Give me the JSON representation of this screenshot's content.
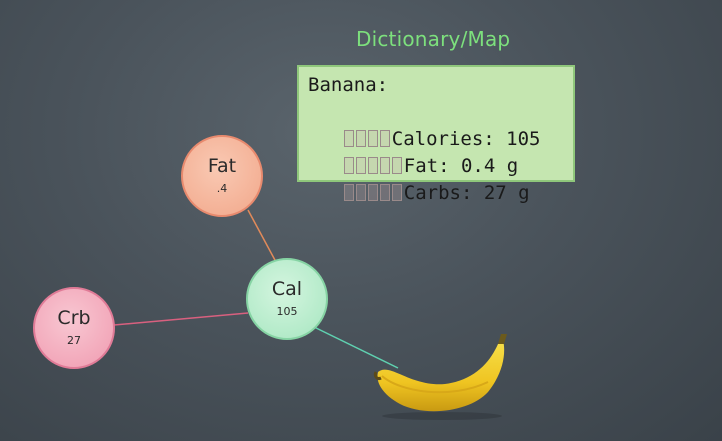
{
  "title": "Dictionary/Map",
  "card": {
    "header": "Banana:",
    "rows": [
      {
        "text": "Calories: 105",
        "boxes": 4
      },
      {
        "text": "Fat: 0.4 g",
        "boxes": 5
      },
      {
        "text": "Carbs: 27 g",
        "boxes": 5
      }
    ]
  },
  "nodes": {
    "fat": {
      "label": "Fat",
      "value": ".4",
      "color": "#f2a78a"
    },
    "cal": {
      "label": "Cal",
      "value": "105",
      "color": "#a6e6c0"
    },
    "crb": {
      "label": "Crb",
      "value": "27",
      "color": "#f09bb0"
    }
  },
  "links": {
    "fat_cal": "#e08a5a",
    "crb_cal": "#d9607f",
    "cal_banana": "#5fd1b0"
  },
  "image": "banana-image"
}
